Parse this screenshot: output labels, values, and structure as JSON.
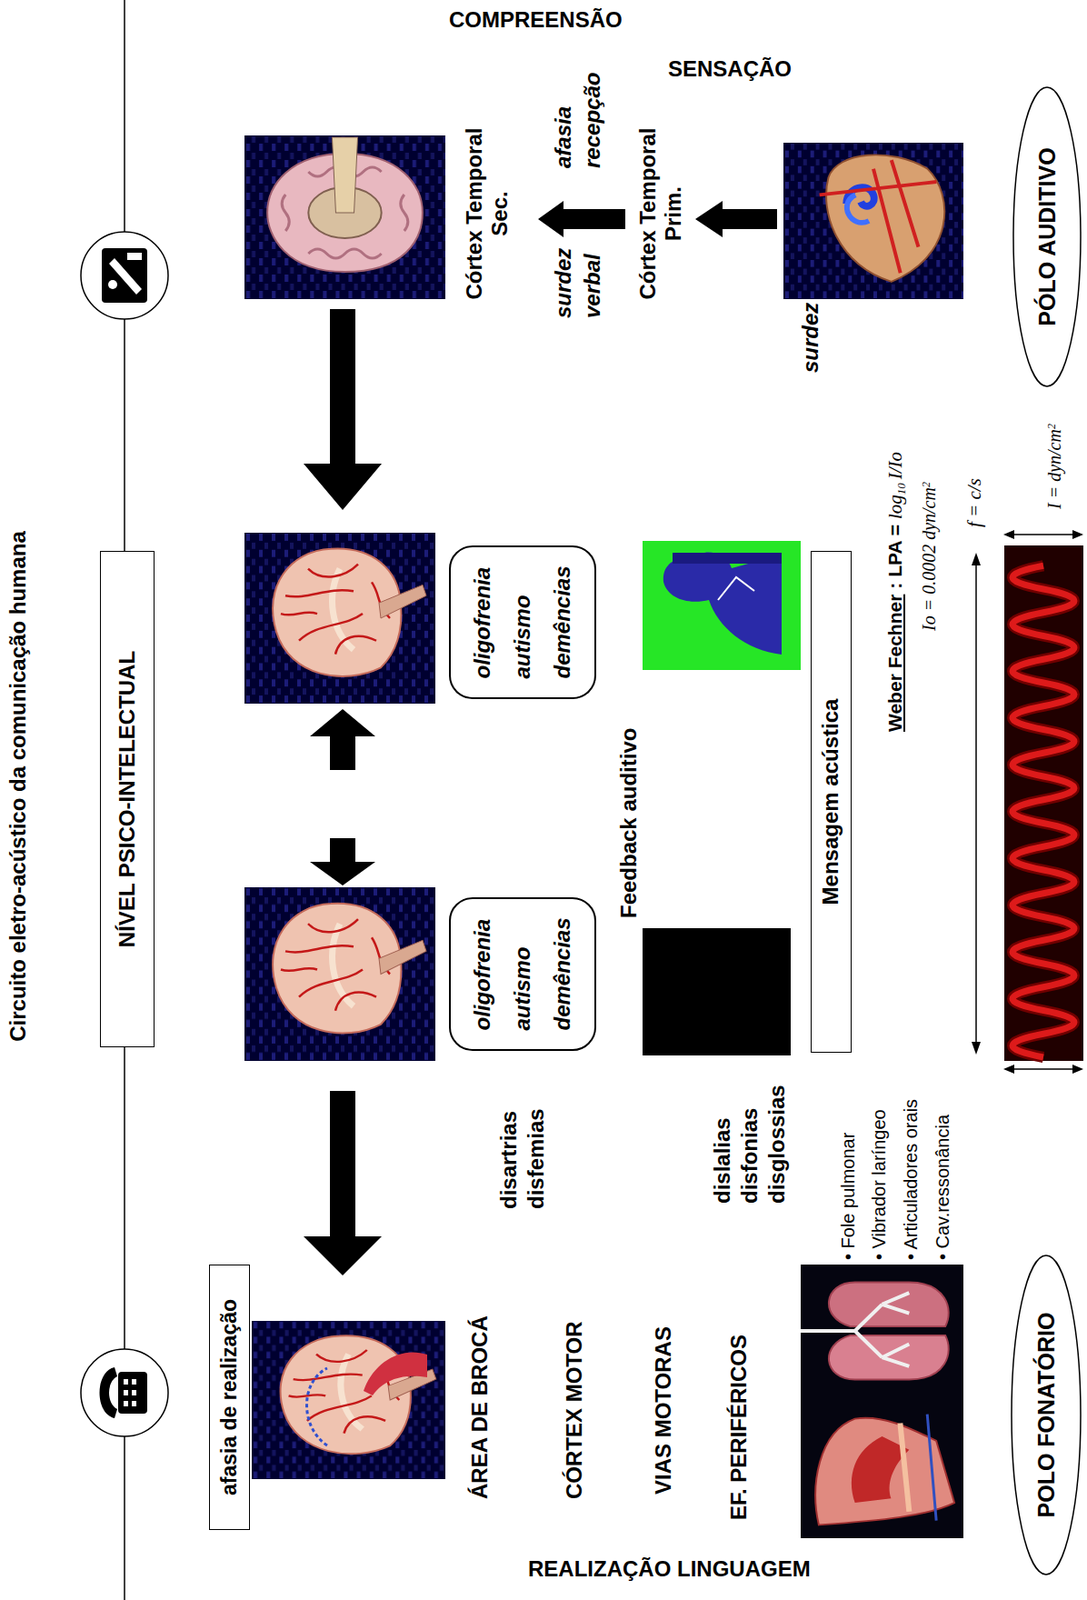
{
  "diagram": {
    "title": "Circuito eletro-acústico da comunicação humana",
    "nodes": [
      {
        "text": [
          "NÍVEL PSICO-INTELECTUAL"
        ]
      },
      {
        "text": [
          "afasia de realização"
        ]
      },
      {
        "text": [
          "oligofrenia autismo demências"
        ]
      },
      {
        "text": [
          "oligofrenia autismo demências"
        ]
      },
      {
        "text": [
          "Mensagem acústica"
        ]
      },
      {
        "text": [
          "POLO FONATÓRIO"
        ]
      },
      {
        "text": [
          "PÓLO AUDITIVO"
        ]
      }
    ],
    "labels": [
      "COMPREENSÃO",
      "SENSAÇÃO",
      "Córtex Temporal Sec.",
      "afasia recepção",
      "surdez verbal",
      "Córtex Temporal Prim.",
      "surdez",
      "Feedback auditivo",
      "Weber Fechner",
      ": LPA =",
      "log",
      "10",
      "I/Io",
      "Io = 0.0002 dyn/cm",
      "2",
      "f = c/s",
      "I = dyn/cm",
      "2",
      "disartrias disfemias",
      "dislalias disfonias disglossias",
      "ÁREA DE BROCÁ",
      "CÓRTEX MOTOR",
      "VIAS MOTORAS",
      "EF. PERIFÉRICOS",
      "• Fole pulmonar",
      "• Vibrador laríngeo",
      "• Articuladores orais",
      "• Cav.ressonância",
      "REALIZAÇÃO LINGUAGEM"
    ]
  }
}
